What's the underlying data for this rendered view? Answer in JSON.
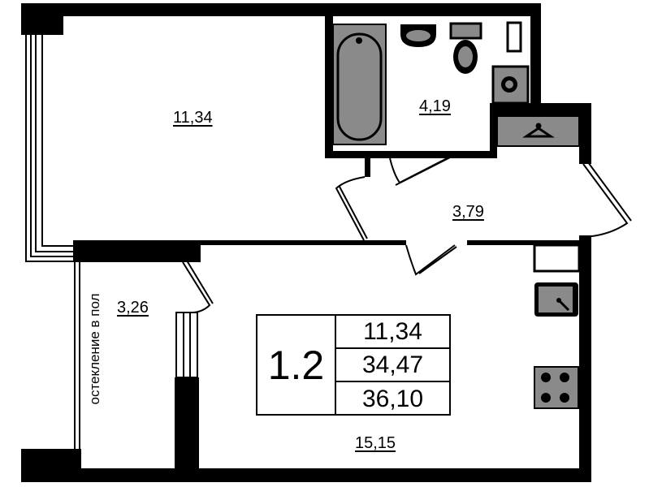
{
  "plan": {
    "rooms": {
      "living_room_area": "11,34",
      "bathroom_area": "4,19",
      "hallway_area": "3,79",
      "balcony_area": "3,26",
      "kitchen_area": "15,15"
    },
    "balcony_note": "остекление в пол",
    "summary": {
      "apartment_number": "1.2",
      "living_area": "11,34",
      "total_area": "34,47",
      "total_area_with_balcony": "36,10"
    },
    "colors": {
      "wall": "#000000",
      "fixture": "#8a8a8a"
    }
  }
}
